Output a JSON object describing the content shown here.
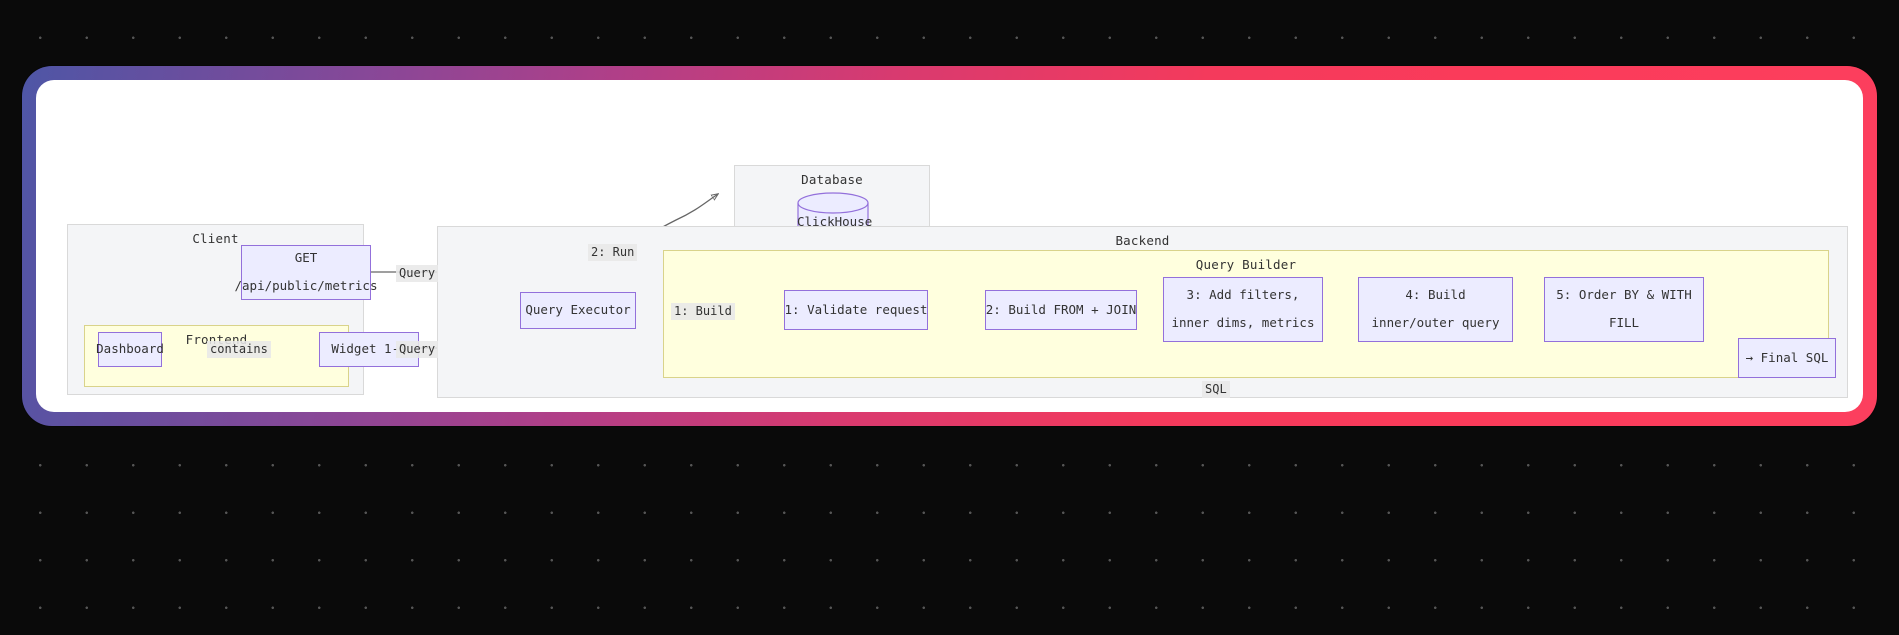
{
  "frame": {
    "gradient_start": "#4e56a6",
    "gradient_mid": "#d93a6f",
    "gradient_end": "#fc3f5e",
    "canvas_bg": "#ffffff"
  },
  "background": {
    "color": "#0a0a0a",
    "dot_color": "#555555"
  },
  "palette": {
    "node_fill": "#ececff",
    "node_stroke": "#9370db",
    "cluster_gray_fill": "#f4f5f7",
    "cluster_gray_stroke": "#d9d9d9",
    "cluster_yellow_fill": "#ffffde",
    "cluster_yellow_stroke": "#d9d38a",
    "edge_stroke": "#666666",
    "text": "#333333",
    "edge_label_bg": "#e8e8e8"
  },
  "clusters": {
    "client": {
      "label": "Client"
    },
    "frontend": {
      "label": "Frontend"
    },
    "database": {
      "label": "Database"
    },
    "backend": {
      "label": "Backend"
    },
    "query_builder": {
      "label": "Query Builder"
    }
  },
  "nodes": {
    "get_metrics": {
      "line1": "GET",
      "line2": "/api/public/metrics"
    },
    "dashboard": {
      "label": "Dashboard"
    },
    "widget": {
      "label": "Widget 1-N"
    },
    "clickhouse": {
      "label": "ClickHouse",
      "shape": "cylinder"
    },
    "query_executor": {
      "label": "Query Executor"
    },
    "step1": {
      "label": "1: Validate request"
    },
    "step2": {
      "label": "2: Build FROM + JOIN"
    },
    "step3": {
      "line1": "3: Add filters,",
      "line2": "inner dims, metrics"
    },
    "step4": {
      "line1": "4: Build",
      "line2": "inner/outer query"
    },
    "step5": {
      "line1": "5: Order BY & WITH",
      "line2": "FILL"
    },
    "final_sql": {
      "label": "→ Final SQL"
    }
  },
  "edge_labels": {
    "contains": "contains",
    "query_top": "Query",
    "query_bottom": "Query",
    "run": "2: Run",
    "build": "1: Build",
    "sql": "SQL"
  }
}
